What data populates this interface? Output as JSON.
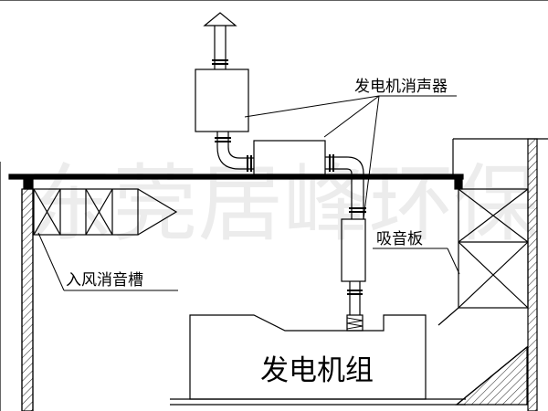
{
  "labels": {
    "muffler": "发电机消声器",
    "absorber_panel": "吸音板",
    "intake_slot": "入风消音槽",
    "genset": "发电机组"
  },
  "watermark": "东莞居峰环保",
  "colors": {
    "line": "#000000",
    "background": "#ffffff",
    "watermark": "#ececec"
  },
  "icons": {
    "exhaust_outlet": "up-arrow-icon"
  }
}
